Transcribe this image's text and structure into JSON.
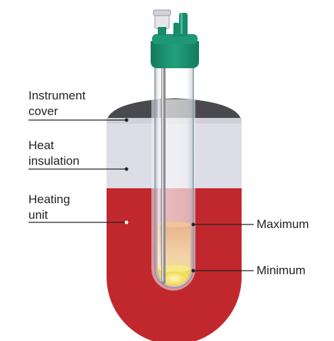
{
  "labels": {
    "instrument_cover": [
      "Instrument",
      "cover"
    ],
    "heat_insulation": [
      "Heat",
      "insulation"
    ],
    "heating_unit": [
      "Heating",
      "unit"
    ],
    "maximum": "Maximum",
    "minimum": "Minimum"
  },
  "colors": {
    "instrument_cover": "#4a4a4e",
    "heat_insulation": "#dcdde6",
    "heating_unit": "#c1282e",
    "cap": "#1a8a6a",
    "liquid_upper": "#e9b48a",
    "liquid_lower": "#f2e27a",
    "leader_line": "#222222"
  }
}
